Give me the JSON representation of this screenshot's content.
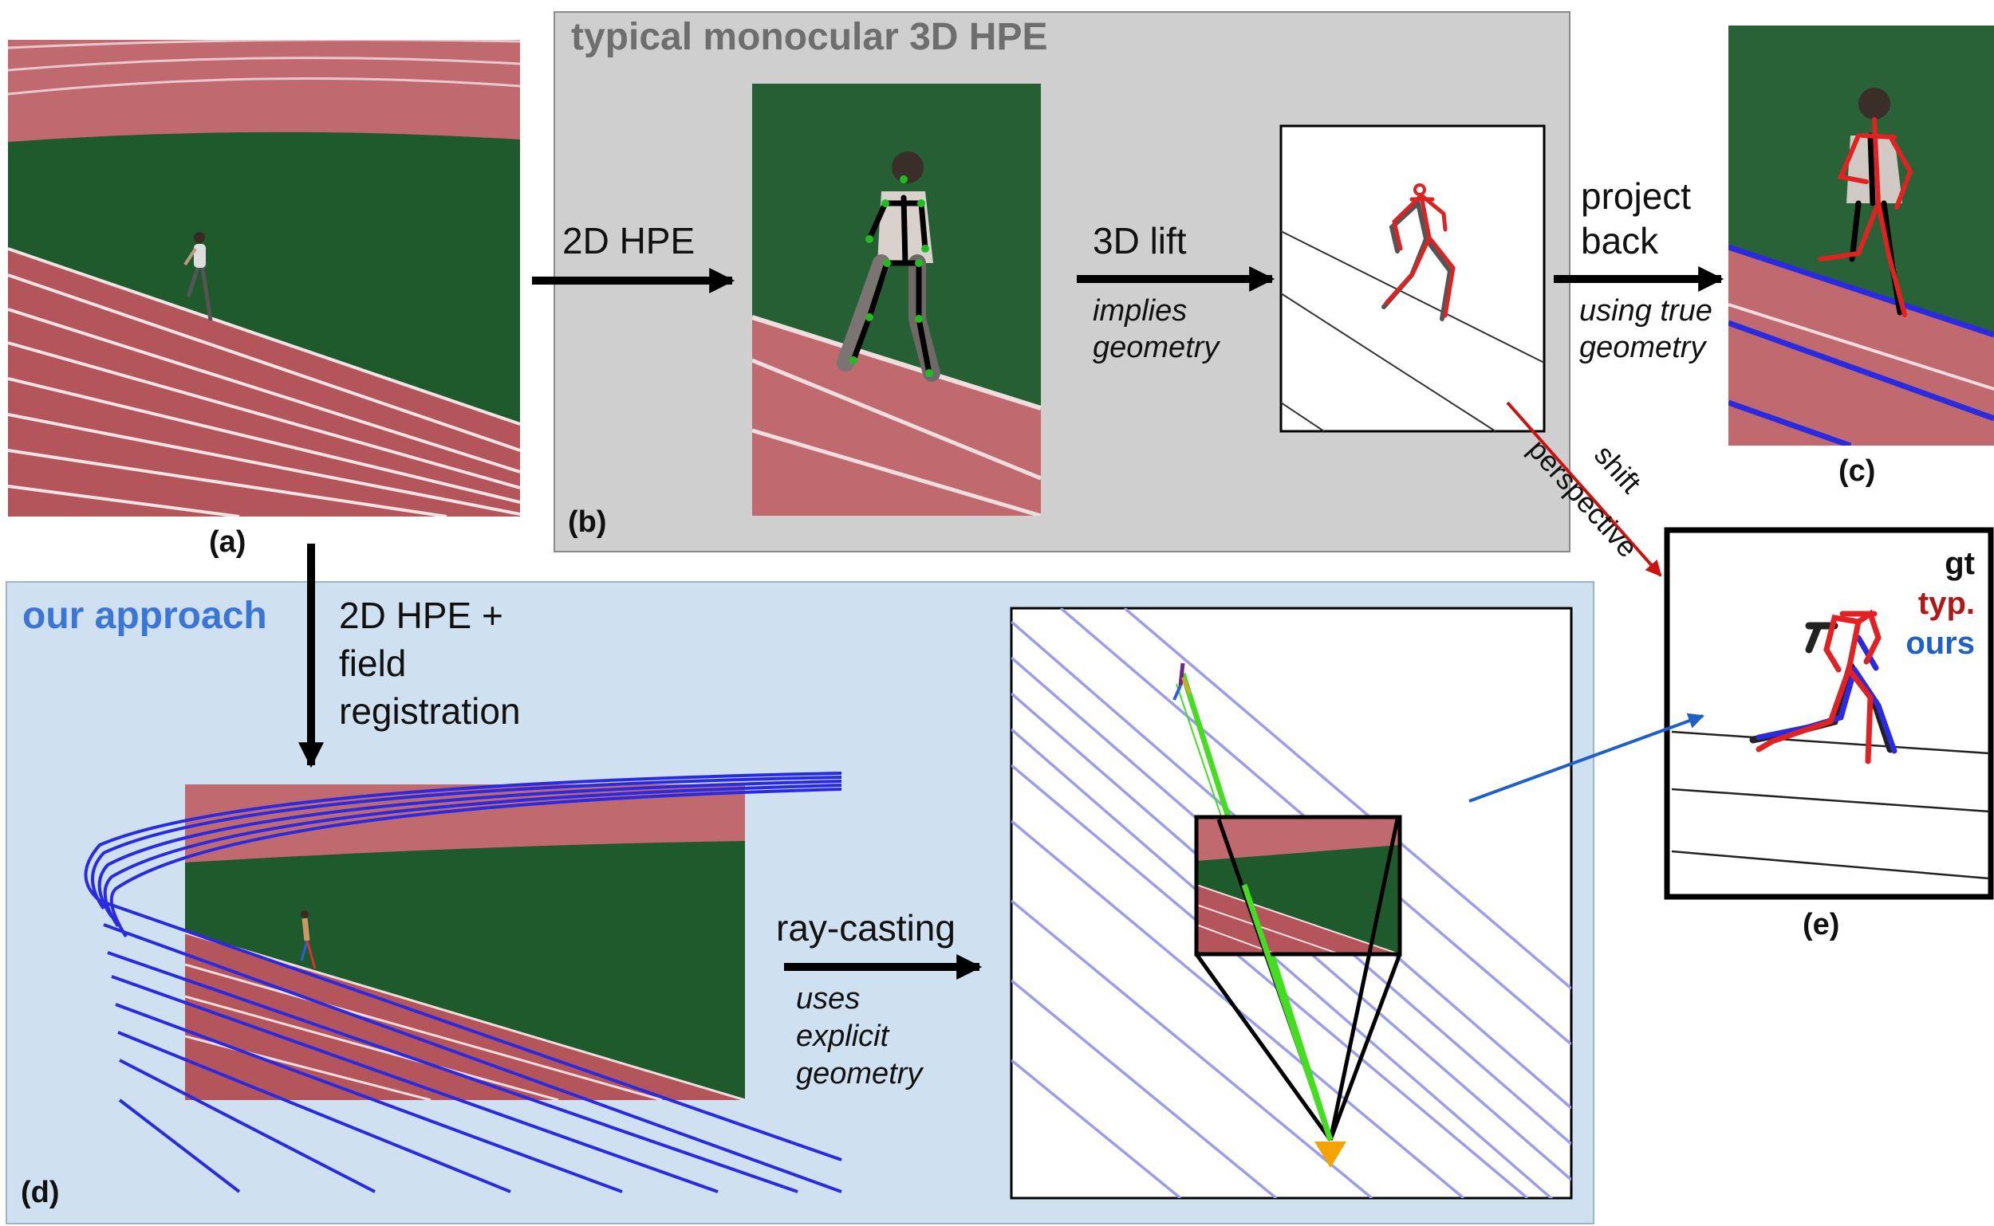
{
  "colors": {
    "track": "#b4555b",
    "track_light": "#c97b80",
    "grass": "#1f5a2c",
    "panel_gray": "#cfcfcf",
    "panel_blue": "#cfe0f1",
    "header_gray": "#6e6e6e",
    "header_blue": "#3b76d6",
    "arrow_red": "#cc1111",
    "arrow_blue": "#1f5fc8",
    "line_blue": "#2a2ae0",
    "ray_green": "#44dd22",
    "camera_orange": "#f5a300",
    "gt": "#111111",
    "typ": "#b01818",
    "ours": "#1f5fc8"
  },
  "typical": {
    "header": "typical monocular 3D HPE",
    "caption": "(b)",
    "step_2dhpe": "2D HPE",
    "step_3dlift": "3D lift",
    "step_3dlift_note": [
      "implies",
      "geometry"
    ]
  },
  "project_back": {
    "label": [
      "project",
      "back"
    ],
    "note": [
      "using true",
      "geometry"
    ]
  },
  "shift_perspective": [
    "shift",
    "perspective"
  ],
  "captions": {
    "a": "(a)",
    "c": "(c)",
    "d": "(d)",
    "e": "(e)"
  },
  "approach": {
    "header": "our approach",
    "step_registration": [
      "2D HPE +",
      "field",
      "registration"
    ],
    "step_raycasting": "ray-casting",
    "step_raycasting_note": [
      "uses",
      "explicit",
      "geometry"
    ]
  },
  "legend": {
    "gt": "gt",
    "typ": "typ.",
    "ours": "ours"
  }
}
